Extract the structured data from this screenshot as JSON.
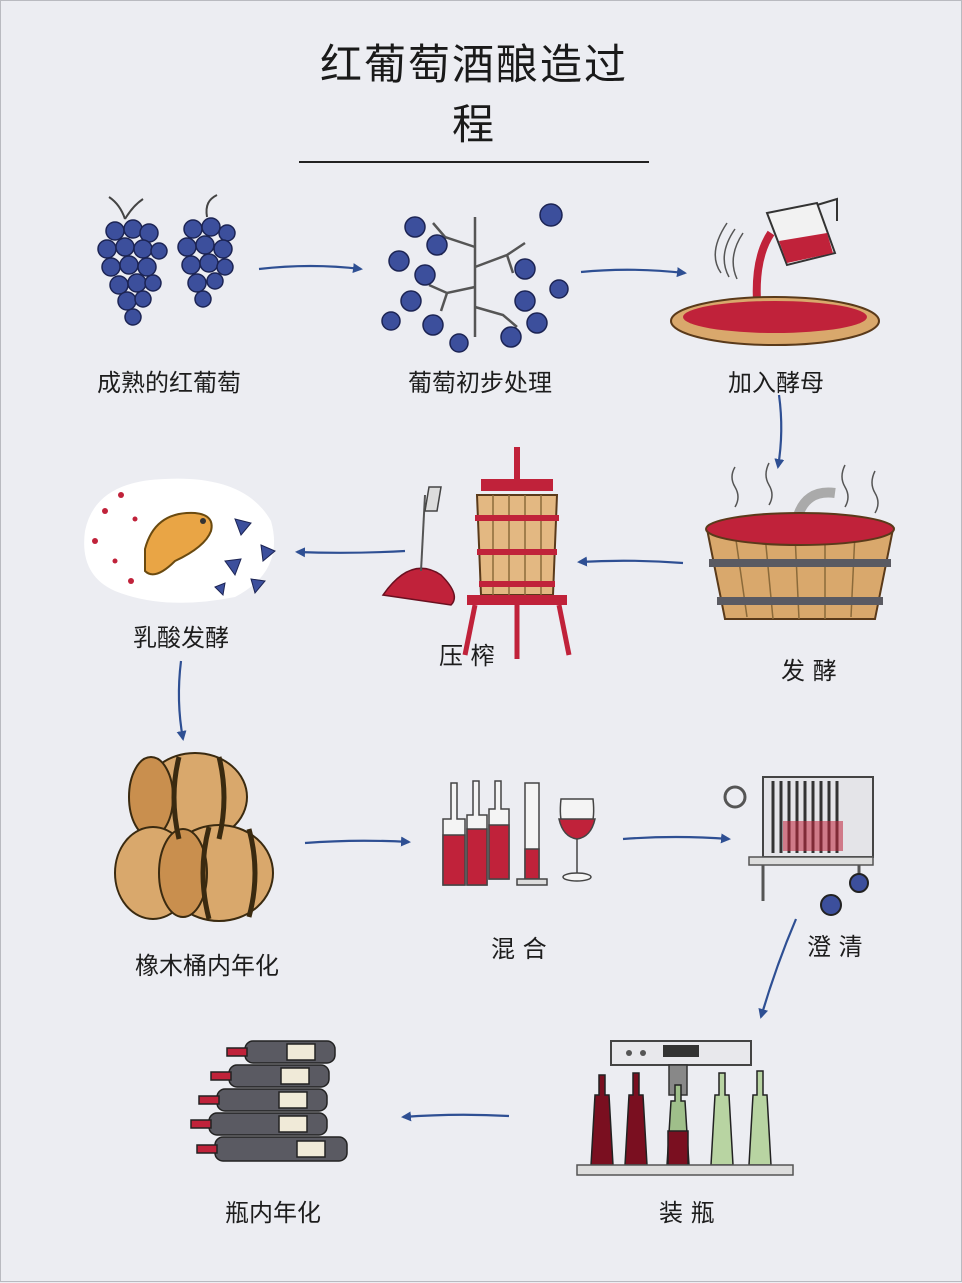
{
  "title": "红葡萄酒酿造过程",
  "steps": [
    {
      "id": "ripe-grapes",
      "label": "成熟的红葡萄",
      "icon": "grape-bunch-icon"
    },
    {
      "id": "destemming",
      "label": "葡萄初步处理",
      "icon": "destemmed-grapes-icon"
    },
    {
      "id": "add-yeast",
      "label": "加入酵母",
      "icon": "pouring-yeast-icon"
    },
    {
      "id": "fermentation",
      "label": "发 酵",
      "icon": "fermentation-vat-icon"
    },
    {
      "id": "pressing",
      "label": "压 榨",
      "icon": "wine-press-icon"
    },
    {
      "id": "malolactic",
      "label": "乳酸发酵",
      "icon": "lactic-bacteria-icon"
    },
    {
      "id": "oak-aging",
      "label": "橡木桶内年化",
      "icon": "oak-barrels-icon"
    },
    {
      "id": "blending",
      "label": "混 合",
      "icon": "blending-bottles-icon"
    },
    {
      "id": "clarification",
      "label": "澄 清",
      "icon": "filter-press-icon"
    },
    {
      "id": "bottling",
      "label": "装 瓶",
      "icon": "bottling-machine-icon"
    },
    {
      "id": "bottle-aging",
      "label": "瓶内年化",
      "icon": "stacked-bottles-icon"
    }
  ],
  "colors": {
    "background": "#ecedf2",
    "arrow": "#2e4f93",
    "grape": "#3c4f9c",
    "wine": "#c0223a",
    "wood": "#d9a86c",
    "metal": "#5a5a62"
  }
}
